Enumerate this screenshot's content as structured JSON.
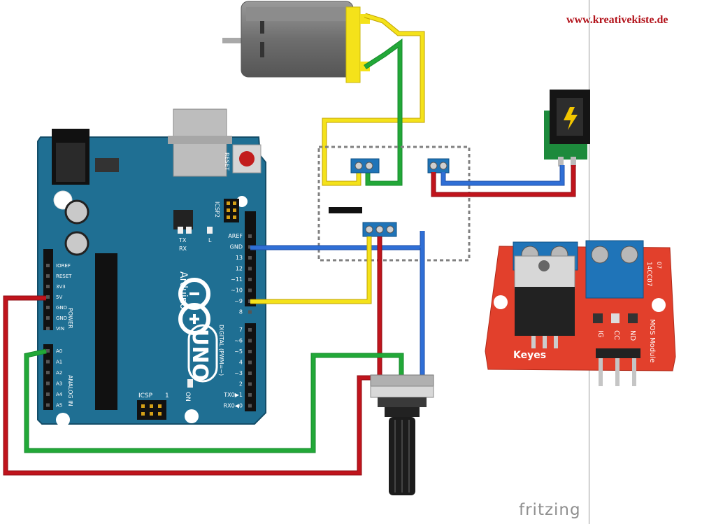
{
  "watermark": "www.kreativekiste.de",
  "credit": "fritzing",
  "arduino": {
    "reset_label": "RESET",
    "icsp2_label": "ICSP2",
    "icsp_label": "ICSP",
    "one_label": "1",
    "brand": "Arduino",
    "model": "UNO",
    "tx": "TX",
    "rx": "RX",
    "l": "L",
    "on": "ON",
    "top_pins": [
      "AREF",
      "GND",
      "13",
      "12",
      "~11",
      "~10",
      "~9",
      "8"
    ],
    "bottom_pins": [
      "7",
      "~6",
      "~5",
      "4",
      "~3",
      "2",
      "TX0▶1",
      "RX0◀0"
    ],
    "digital_label": "DIGITAL (PWM=~)",
    "power_pins": [
      "IOREF",
      "RESET",
      "3V3",
      "5V",
      "GND",
      "GND",
      "VIN"
    ],
    "power_label": "POWER",
    "analog_pins": [
      "A0",
      "A1",
      "A2",
      "A3",
      "A4",
      "A5"
    ],
    "analog_label": "ANALOG IN"
  },
  "mosfet_module": {
    "brand": "Keyes",
    "name": "MOS Module",
    "pin_labels": [
      "IG",
      "CC",
      "ND"
    ],
    "code": "14CC07",
    "sub": "07"
  },
  "colors": {
    "arduino_board": "#1f6f93",
    "wire_red": "#c0141c",
    "wire_green": "#22a838",
    "wire_blue": "#2f6fd6",
    "wire_yellow": "#f4e21a",
    "module_red": "#e2402c",
    "terminal_blue": "#1f74b8",
    "watermark_red": "#b3141c"
  }
}
